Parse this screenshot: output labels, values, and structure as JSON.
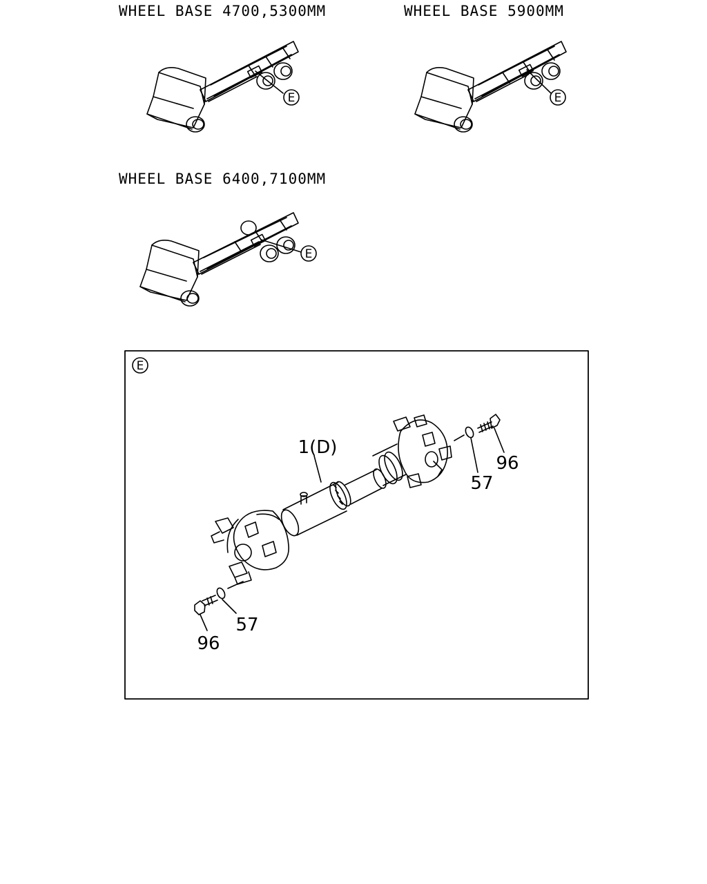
{
  "captions": {
    "wb1": "WHEEL BASE 4700,5300MM",
    "wb2": "WHEEL BASE 5900MM",
    "wb3": "WHEEL BASE 6400,7100MM"
  },
  "detail_marker": "E",
  "detail": {
    "label": "E",
    "part_shaft": "1(D)",
    "washer_right": "57",
    "bolt_right": "96",
    "washer_left": "57",
    "bolt_left": "96"
  },
  "colors": {
    "line": "#000000",
    "background": "#ffffff"
  }
}
